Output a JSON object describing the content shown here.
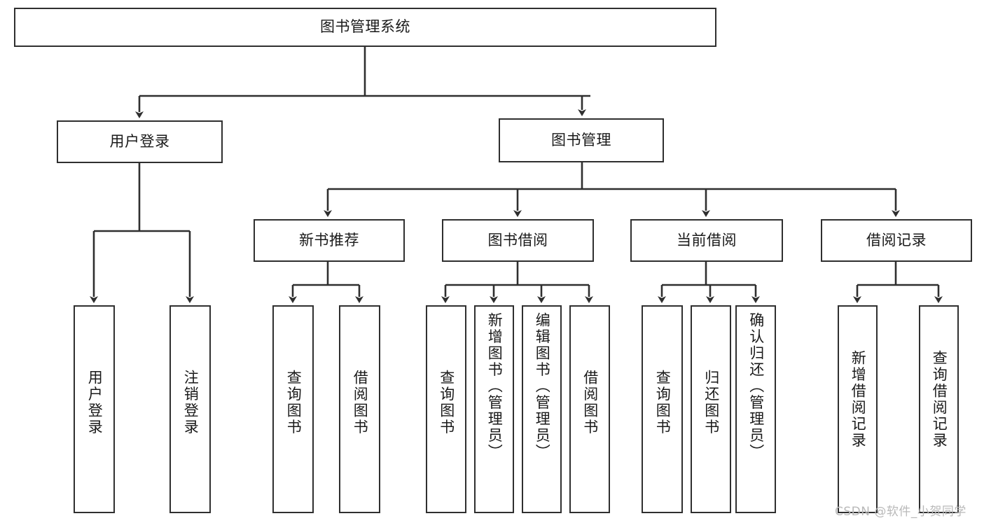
{
  "diagram": {
    "type": "tree-flowchart",
    "title": "图书管理系统",
    "root": {
      "id": "root",
      "label": "图书管理系统"
    },
    "level1": [
      {
        "id": "user-login",
        "label": "用户登录"
      },
      {
        "id": "book-manage",
        "label": "图书管理"
      }
    ],
    "level2": [
      {
        "id": "new-book-recommend",
        "label": "新书推荐",
        "parent": "book-manage"
      },
      {
        "id": "book-borrow",
        "label": "图书借阅",
        "parent": "book-manage"
      },
      {
        "id": "current-borrow",
        "label": "当前借阅",
        "parent": "book-manage"
      },
      {
        "id": "borrow-record",
        "label": "借阅记录",
        "parent": "book-manage"
      }
    ],
    "leaves": [
      {
        "id": "leaf-user-login",
        "label": "用户登录",
        "parent": "user-login"
      },
      {
        "id": "leaf-logout",
        "label": "注销登录",
        "parent": "user-login"
      },
      {
        "id": "leaf-query-book-1",
        "label": "查询图书",
        "parent": "new-book-recommend"
      },
      {
        "id": "leaf-borrow-book-1",
        "label": "借阅图书",
        "parent": "new-book-recommend"
      },
      {
        "id": "leaf-query-book-2",
        "label": "查询图书",
        "parent": "book-borrow"
      },
      {
        "id": "leaf-add-book",
        "label": "新增图书（管理员）",
        "parent": "book-borrow"
      },
      {
        "id": "leaf-edit-book",
        "label": "编辑图书（管理员）",
        "parent": "book-borrow"
      },
      {
        "id": "leaf-borrow-book-2",
        "label": "借阅图书",
        "parent": "book-borrow"
      },
      {
        "id": "leaf-query-book-3",
        "label": "查询图书",
        "parent": "current-borrow"
      },
      {
        "id": "leaf-return-book",
        "label": "归还图书",
        "parent": "current-borrow"
      },
      {
        "id": "leaf-confirm-return",
        "label": "确认归还（管理员）",
        "parent": "current-borrow"
      },
      {
        "id": "leaf-add-record",
        "label": "新增借阅记录",
        "parent": "borrow-record"
      },
      {
        "id": "leaf-query-record",
        "label": "查询借阅记录",
        "parent": "borrow-record"
      }
    ],
    "colors": {
      "stroke": "#2f2f2f",
      "fill": "#ffffff",
      "text": "#1a1a1a",
      "watermark": "#b9b9b9"
    }
  },
  "watermark": {
    "text": "CSDN @软件_小贺同学"
  }
}
